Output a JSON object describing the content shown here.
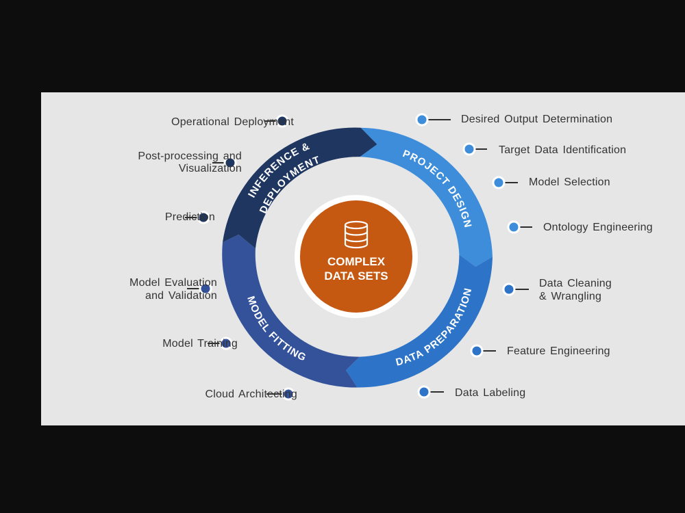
{
  "diagram": {
    "center": {
      "line1": "COMPLEX",
      "line2": "DATA SETS",
      "icon": "database-icon"
    },
    "segments": {
      "inference": {
        "line1": "INFERENCE &",
        "line2": "DEPLOYMENT"
      },
      "project": "PROJECT DESIGN",
      "preparation": "DATA PREPARATION",
      "fitting": "MODEL FITTING"
    },
    "colors": {
      "inference": "#1e3660",
      "project": "#3d8ddb",
      "preparation": "#2d73c7",
      "fitting": "#33529a",
      "center": "#c65912",
      "background": "#e6e6e6"
    },
    "left_labels": {
      "operational_deployment": "Operational  Deployment",
      "post_processing_1": "Post-processing  and",
      "post_processing_2": "Visualization",
      "prediction": "Prediction",
      "model_evaluation_1": "Model Evaluation",
      "model_evaluation_2": "and Validation",
      "model_training": "Model Training",
      "cloud_architecting": "Cloud  Architecting"
    },
    "right_labels": {
      "desired_output": "Desired  Output  Determination",
      "target_data": "Target  Data  Identification",
      "model_selection": "Model  Selection",
      "ontology_engineering": "Ontology  Engineering",
      "data_cleaning_1": "Data Cleaning",
      "data_cleaning_2": "& Wrangling",
      "feature_engineering": "Feature  Engineering",
      "data_labeling": "Data Labeling"
    }
  }
}
